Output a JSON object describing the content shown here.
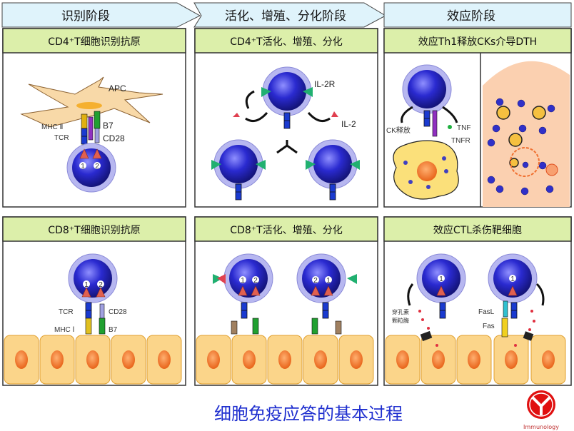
{
  "phases": [
    {
      "label": "识别阶段"
    },
    {
      "label": "活化、增殖、分化阶段"
    },
    {
      "label": "效应阶段"
    }
  ],
  "panels": {
    "cd4_recognition": {
      "title": "CD4⁺T细胞识别抗原",
      "apc": "APC",
      "mhc": "MHC Ⅱ",
      "tcr": "TCR",
      "b7": "B7",
      "cd28": "CD28",
      "sig1": "1",
      "sig2": "2"
    },
    "cd4_activation": {
      "title": "CD4⁺T活化、增殖、分化",
      "il2r": "IL-2R",
      "il2": "IL-2"
    },
    "th1_effect": {
      "title": "效应Th1释放CKs介导DTH",
      "ck": "CK释放",
      "tnf": "TNF",
      "tnfr": "TNFR"
    },
    "cd8_recognition": {
      "title": "CD8⁺T细胞识别抗原",
      "tcr": "TCR",
      "cd28": "CD28",
      "mhc": "MHC Ⅰ",
      "b7": "B7",
      "sig1": "1",
      "sig2": "2"
    },
    "cd8_activation": {
      "title": "CD8⁺T活化、增殖、分化",
      "sig1": "1",
      "sig2": "2"
    },
    "ctl_effect": {
      "title": "效应CTL杀伤靶细胞",
      "perforin": "穿孔素",
      "granzyme": "颗粒酶",
      "fasl": "FasL",
      "fas": "Fas",
      "sig1": "1"
    }
  },
  "footer": {
    "title": "细胞免疫应答的基本过程",
    "logo_text": "Immunology"
  },
  "colors": {
    "phase_header": "#dff3fb",
    "panel_header": "#dcefaa",
    "t_cell": "#2a2ad0",
    "apc": "#f8d9a8",
    "epithelium": "#fbd58a",
    "title": "#1f2fcf",
    "logo": "#e01010"
  }
}
